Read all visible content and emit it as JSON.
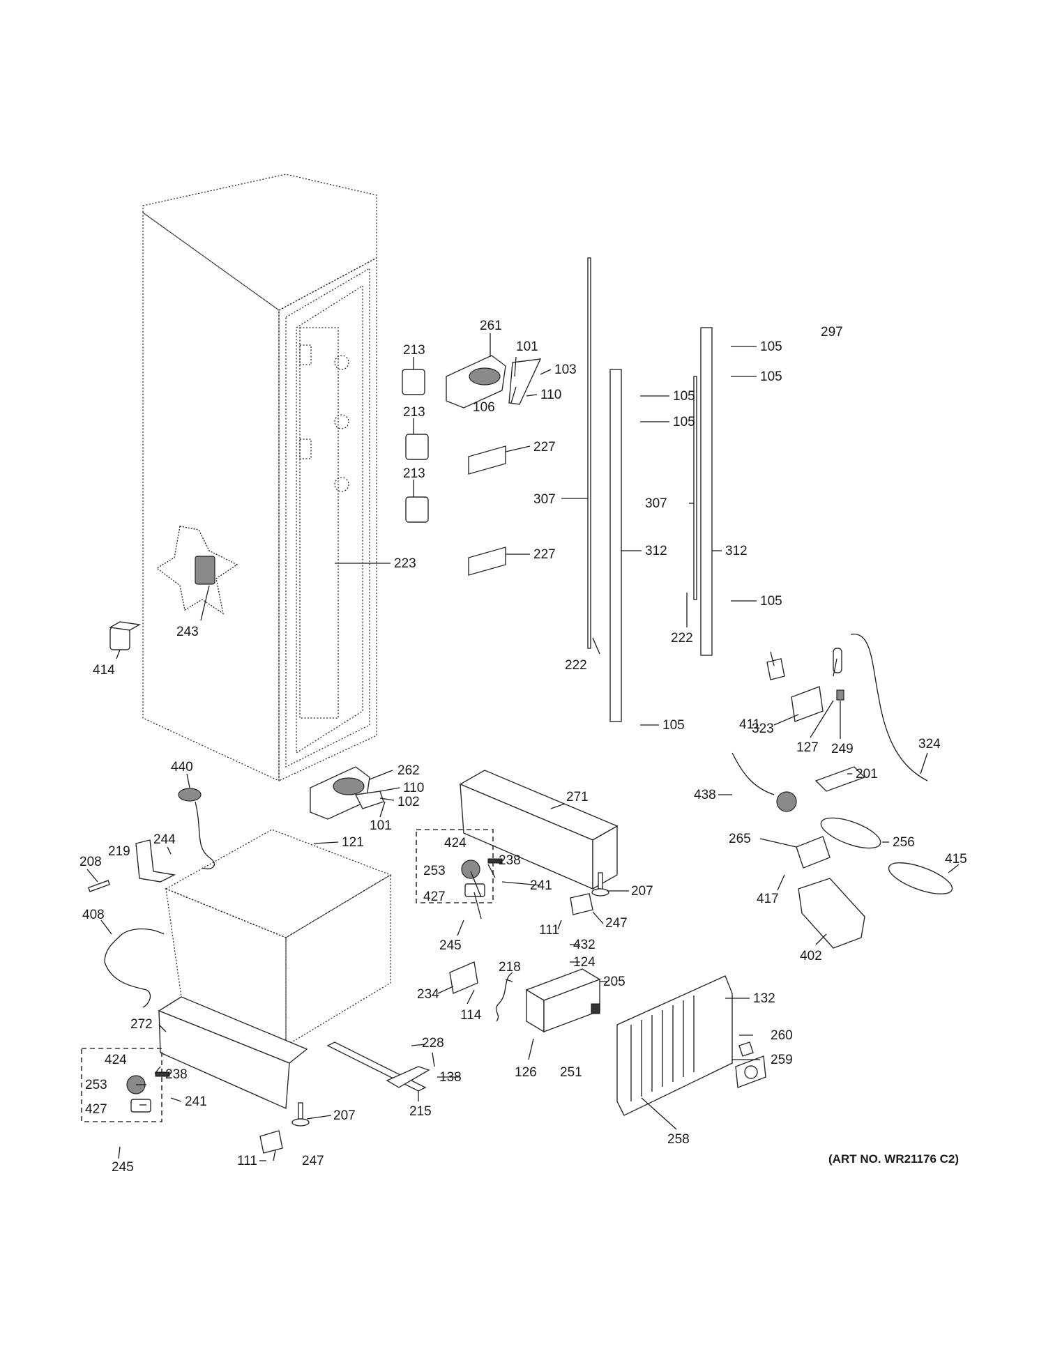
{
  "art_number": "(ART NO. WR21176 C2)",
  "callouts": {
    "c101a": "101",
    "c101b": "101",
    "c102": "102",
    "c103": "103",
    "c105a": "105",
    "c105b": "105",
    "c105c": "105",
    "c105d": "105",
    "c105e": "105",
    "c105f": "105",
    "c106": "106",
    "c110a": "110",
    "c110b": "110",
    "c111a": "111",
    "c111b": "111",
    "c114": "114",
    "c121": "121",
    "c124": "124",
    "c126": "126",
    "c127": "127",
    "c132": "132",
    "c138": "138",
    "c201": "201",
    "c205": "205",
    "c207a": "207",
    "c207b": "207",
    "c208": "208",
    "c213a": "213",
    "c213b": "213",
    "c213c": "213",
    "c215": "215",
    "c218": "218",
    "c219": "219",
    "c222a": "222",
    "c222b": "222",
    "c223": "223",
    "c227a": "227",
    "c227b": "227",
    "c228": "228",
    "c234": "234",
    "c238a": "238",
    "c238b": "238",
    "c241a": "241",
    "c241b": "241",
    "c243": "243",
    "c244": "244",
    "c245a": "245",
    "c245b": "245",
    "c247a": "247",
    "c247b": "247",
    "c249": "249",
    "c251": "251",
    "c253a": "253",
    "c253b": "253",
    "c256": "256",
    "c258": "258",
    "c259": "259",
    "c260": "260",
    "c261": "261",
    "c262": "262",
    "c265": "265",
    "c271": "271",
    "c272": "272",
    "c297": "297",
    "c307a": "307",
    "c307b": "307",
    "c312a": "312",
    "c312b": "312",
    "c323": "323",
    "c324": "324",
    "c402": "402",
    "c408": "408",
    "c411": "411",
    "c414": "414",
    "c415": "415",
    "c417": "417",
    "c424a": "424",
    "c424b": "424",
    "c427a": "427",
    "c427b": "427",
    "c432": "432",
    "c438": "438",
    "c440": "440"
  }
}
